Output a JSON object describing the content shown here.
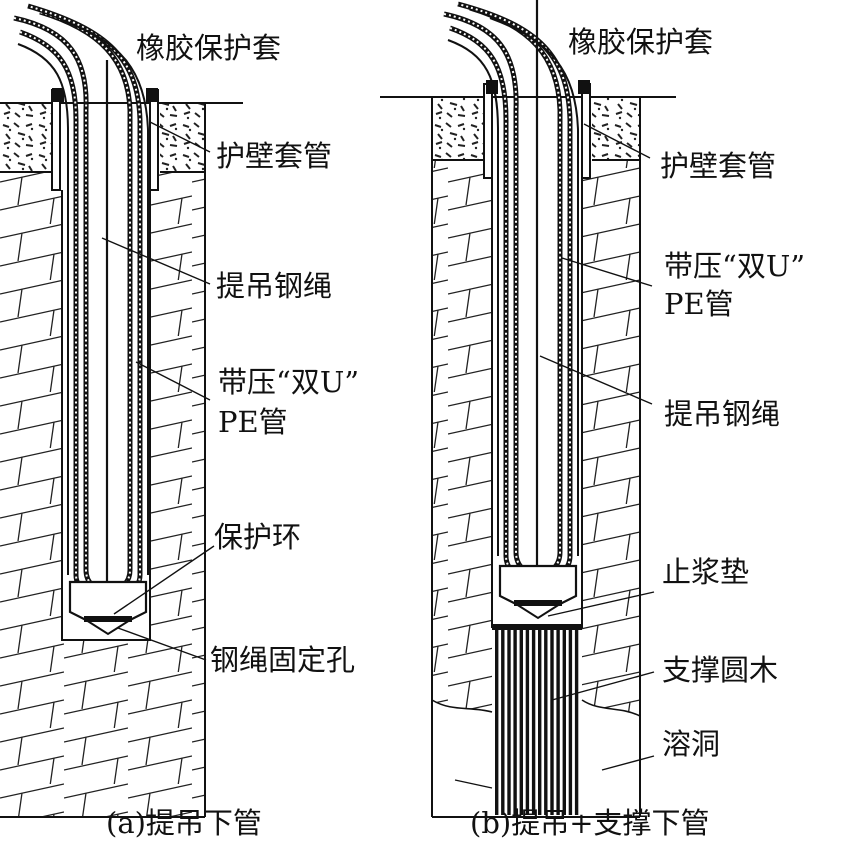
{
  "diagram": {
    "panel_a": {
      "caption": "(a)提吊下管",
      "labels": {
        "rubber_sleeve": "橡胶保护套",
        "casing": "护壁套管",
        "steel_rope": "提吊钢绳",
        "pe_pipe_line1": "带压“双U”",
        "pe_pipe_line2": "PE管",
        "protect_ring": "保护环",
        "rope_hole": "钢绳固定孔"
      }
    },
    "panel_b": {
      "caption": "(b)提吊+支撑下管",
      "labels": {
        "rubber_sleeve": "橡胶保护套",
        "casing": "护壁套管",
        "pe_pipe_line1": "带压“双U”",
        "pe_pipe_line2": "PE管",
        "steel_rope": "提吊钢绳",
        "grout_pad": "止浆垫",
        "support_wood": "支撑圆木",
        "karst_cave": "溶洞"
      }
    }
  }
}
